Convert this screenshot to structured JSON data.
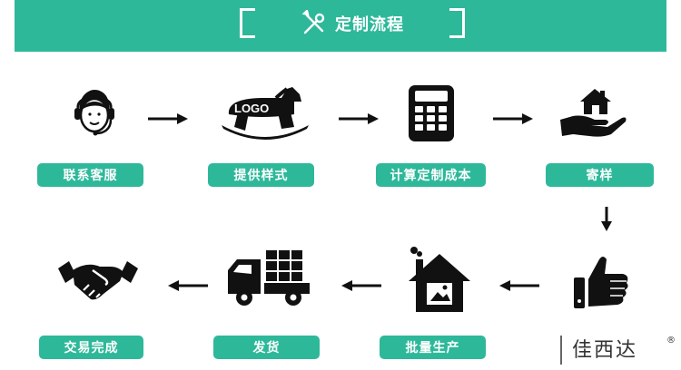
{
  "header": {
    "title": "定制流程"
  },
  "steps": [
    {
      "label": "联系客服",
      "icon": "customer-service-icon"
    },
    {
      "label": "提供样式",
      "icon": "logo-rocking-horse-icon",
      "icon_text": "LOGO"
    },
    {
      "label": "计算定制成本",
      "icon": "calculator-icon"
    },
    {
      "label": "寄样",
      "icon": "hand-house-icon"
    },
    {
      "label": "批量生产",
      "icon": "factory-house-icon"
    },
    {
      "label": "发货",
      "icon": "delivery-truck-icon"
    },
    {
      "label": "交易完成",
      "icon": "handshake-icon"
    }
  ],
  "extra_icon": "thumbs-up-icon",
  "brand": {
    "text": "佳西达",
    "mark": "®"
  },
  "colors": {
    "accent": "#2eb89a",
    "icon": "#111111"
  }
}
